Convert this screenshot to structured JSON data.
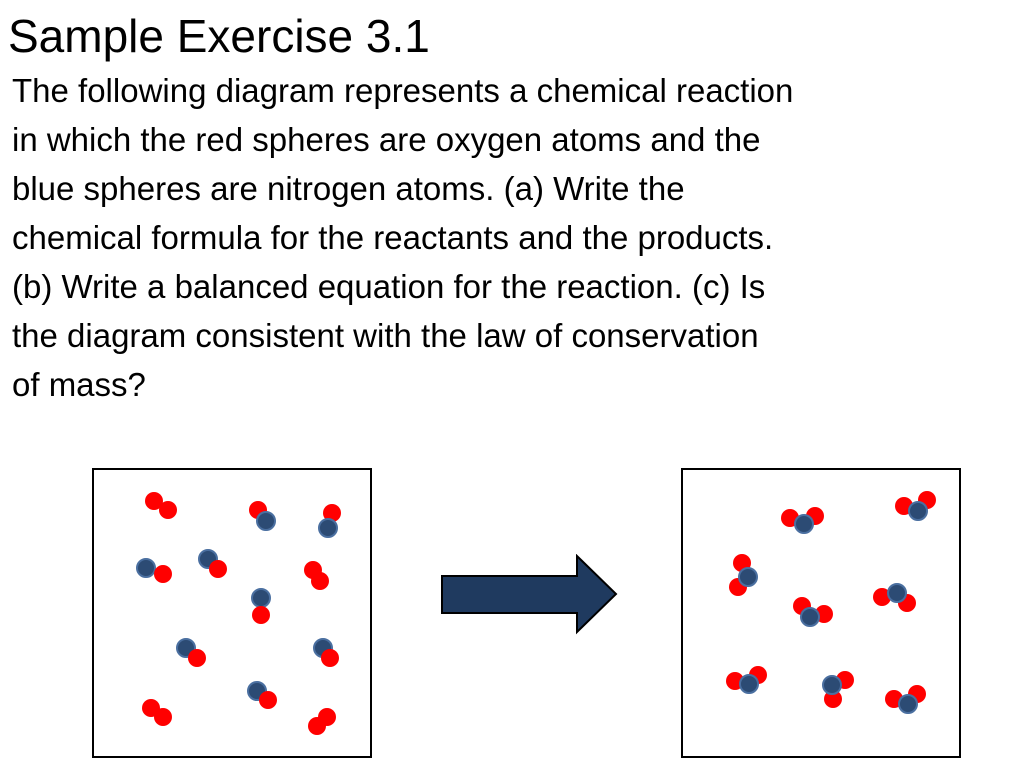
{
  "slide": {
    "title": "Sample Exercise 3.1",
    "body_lines": [
      "The following diagram represents a chemical reaction",
      "in which the red spheres are oxygen atoms and the",
      "blue spheres are nitrogen atoms. (a) Write the",
      "chemical formula for the reactants and the products.",
      "(b) Write a balanced equation for the reaction. (c) Is",
      "the diagram consistent with the law of conservation",
      "of mass?"
    ]
  },
  "colors": {
    "oxygen": "#ff0000",
    "nitrogen": "#2c4b74",
    "arrow": "#1f3a5f",
    "border": "#000000"
  },
  "diagram": {
    "reactants": {
      "o2_molecules": 4,
      "no_molecules": 8
    },
    "products": {
      "no2_molecules": 8
    },
    "arrow_icon": "right-arrow-icon"
  }
}
